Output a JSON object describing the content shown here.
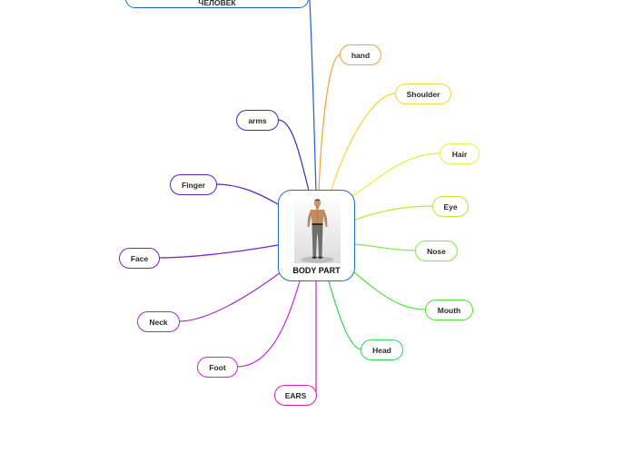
{
  "central": {
    "label": "BODY PART",
    "image_icon": "standing-man-photo"
  },
  "top_node": {
    "label": "ЧЕЛОВЕК",
    "color": "#1e5fc7"
  },
  "branches": [
    {
      "label": "hand",
      "color": "#f5a12a"
    },
    {
      "label": "Shoulder",
      "color": "#f7d43a"
    },
    {
      "label": "Hair",
      "color": "#e4f23a"
    },
    {
      "label": "Eye",
      "color": "#b5ec36"
    },
    {
      "label": "Nose",
      "color": "#86e83a"
    },
    {
      "label": "Mouth",
      "color": "#52e23a"
    },
    {
      "label": "Head",
      "color": "#2ad84f"
    },
    {
      "label": "EARS",
      "color": "#d620b4"
    },
    {
      "label": "Foot",
      "color": "#c328d6"
    },
    {
      "label": "Neck",
      "color": "#a12ad2"
    },
    {
      "label": "Face",
      "color": "#7e20c9"
    },
    {
      "label": "Finger",
      "color": "#5a22c7"
    },
    {
      "label": "arms",
      "color": "#3a2cc6"
    }
  ]
}
